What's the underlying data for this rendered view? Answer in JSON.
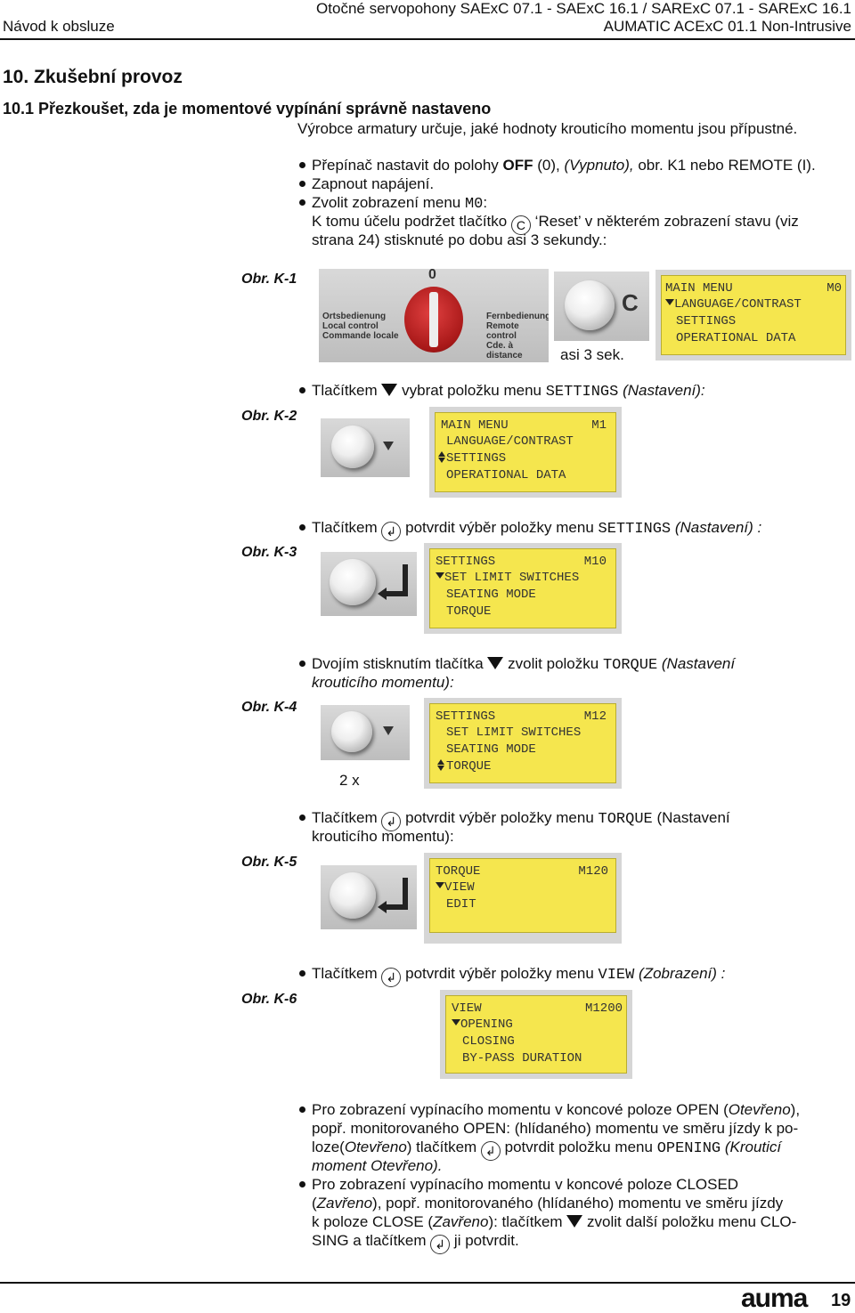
{
  "header": {
    "left": "Návod k obsluze",
    "right_line1": "Otočné servopohony SAExC 07.1 - SAExC 16.1 / SARExC 07.1 - SARExC 16.1",
    "right_line2": "AUMATIC ACExC 01.1 Non-Intrusive"
  },
  "section": {
    "title": "10. Zkušební provoz",
    "subtitle": "10.1   Přezkoušet, zda je momentové vypínání správně nastaveno",
    "intro": "Výrobce armatury určuje, jaké hodnoty krouticího momentu jsou přípustné."
  },
  "steps": {
    "s1_a": "Přepínač nastavit do polohy ",
    "s1_b": "OFF",
    "s1_c": " (0), ",
    "s1_d": "(Vypnuto),",
    "s1_e": "  obr. K1 nebo REMOTE (I).",
    "s2": "Zapnout napájení.",
    "s3_a": "Zvolit zobrazení menu ",
    "s3_b": "M0",
    "s3_c": ":",
    "s3_line2_a": "K tomu  účelu podržet tlačítko ",
    "s3_c_icon": "C",
    "s3_line2_b": " ‘Reset’ v některém zobrazení stavu (viz",
    "s3_line3": "strana 24) stisknuté po dobu asi 3 sekundy.:"
  },
  "fig_k1": {
    "label": "Obr. K-1",
    "panel_top": "0",
    "left_text": [
      "Ortsbedienung",
      "Local control",
      "Commande locale"
    ],
    "right_text": [
      "Fernbedienung",
      "Remote control",
      "Cde. à distance"
    ],
    "c_label": "C",
    "duration": "asi  3 sek.",
    "lcd": {
      "title": "MAIN MENU",
      "code": "M0",
      "items": [
        "LANGUAGE/CONTRAST",
        "SETTINGS",
        "OPERATIONAL DATA"
      ]
    }
  },
  "fig_k2": {
    "label": "Obr. K-2",
    "text_a": "Tlačítkem ",
    "text_b": " vybrat položku menu ",
    "text_c": "SETTINGS",
    "text_d": " (Nastavení):",
    "lcd": {
      "title": "MAIN MENU",
      "code": "M1",
      "items": [
        "LANGUAGE/CONTRAST",
        "SETTINGS",
        "OPERATIONAL DATA"
      ]
    }
  },
  "fig_k3": {
    "label": "Obr. K-3",
    "text_a": "Tlačítkem ",
    "text_b": " potvrdit výběr položky menu ",
    "text_c": "SETTINGS",
    "text_d": " (Nastavení) :",
    "lcd": {
      "title": "SETTINGS",
      "code": "M10",
      "items": [
        "SET LIMIT SWITCHES",
        "SEATING MODE",
        "TORQUE"
      ]
    }
  },
  "fig_k4": {
    "label": "Obr. K-4",
    "text_a": "Dvojím stisknutím tlačítka ",
    "text_b": " zvolit položku ",
    "text_c": "TORQUE",
    "text_d": " (Nastavení",
    "text_e": "krouticího momentu):",
    "times": "2 x",
    "lcd": {
      "title": "SETTINGS",
      "code": "M12",
      "items": [
        "SET LIMIT SWITCHES",
        "SEATING MODE",
        "TORQUE"
      ]
    }
  },
  "fig_k5": {
    "label": "Obr. K-5",
    "text_a": "Tlačítkem ",
    "text_b": " potvrdit výběr položky menu ",
    "text_c": "TORQUE",
    "text_d": " (Nastavení",
    "text_e": "krouticího momentu):",
    "lcd": {
      "title": "TORQUE",
      "code": "M120",
      "items": [
        "VIEW",
        "EDIT"
      ]
    }
  },
  "fig_k6": {
    "label": "Obr. K-6",
    "text_a": "Tlačítkem ",
    "text_b": " potvrdit výběr položky menu ",
    "text_c": "VIEW",
    "text_d": " (Zobrazení) :",
    "lcd": {
      "title": "VIEW",
      "code": "M1200",
      "items": [
        "OPENING",
        "CLOSING",
        "BY-PASS DURATION"
      ]
    }
  },
  "notes": {
    "n1_l1_a": "Pro zobrazení vypínacího momentu v koncové poloze OPEN (",
    "n1_l1_b": "Otevřeno",
    "n1_l1_c": "),",
    "n1_l2": "popř. monitorovaného OPEN: (hlídaného) momentu ve směru jízdy k po-",
    "n1_l3_a": "loze(",
    "n1_l3_b": "Otevřeno",
    "n1_l3_c": ") tlačítkem ",
    "n1_l3_d": " potvrdit položku menu ",
    "n1_l3_e": "OPENING",
    "n1_l3_f": " (Krouticí",
    "n1_l4": "moment Otevřeno).",
    "n2_l1": "Pro zobrazení vypínacího momentu v koncové poloze CLOSED",
    "n2_l2_a": "(",
    "n2_l2_b": "Zavřeno",
    "n2_l2_c": "), popř. monitorovaného (hlídaného) momentu ve směru jízdy",
    "n2_l3_a": "k poloze CLOSE (",
    "n2_l3_b": "Zavřeno",
    "n2_l3_c": "): tlačítkem ",
    "n2_l3_d": " zvolit další položku menu CLO-",
    "n2_l4_a": "SING a tlačítkem ",
    "n2_l4_b": " ji potvrdit."
  },
  "footer": {
    "brand": "auma",
    "page": "19"
  }
}
